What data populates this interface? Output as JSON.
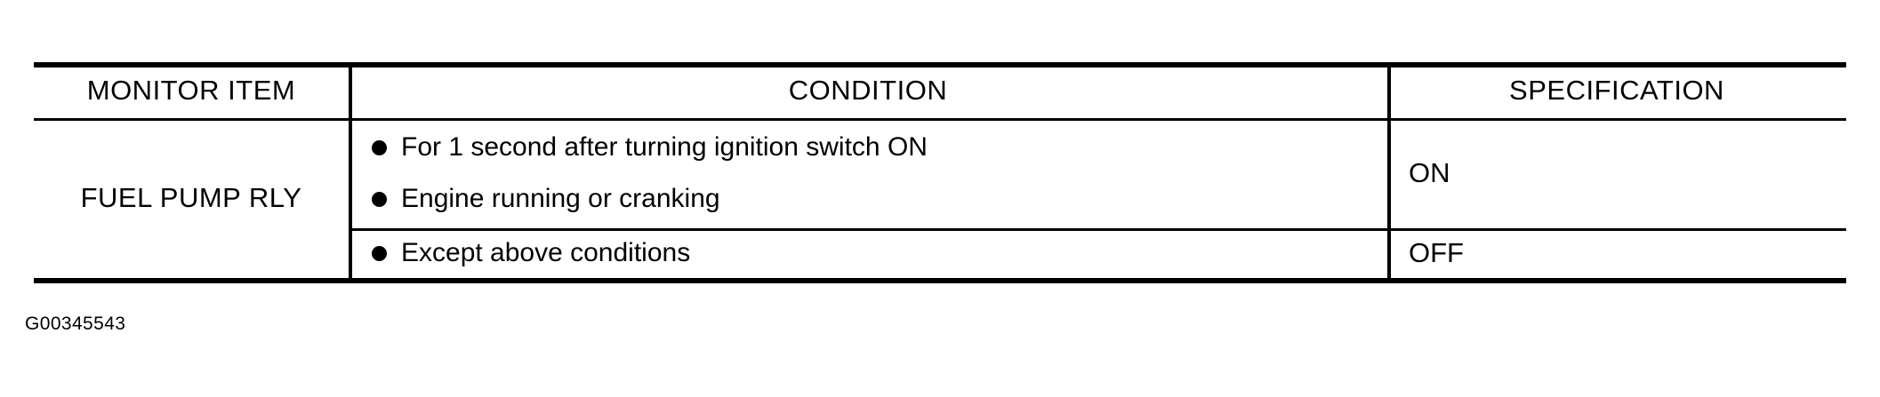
{
  "table": {
    "headers": [
      {
        "label": "MONITOR ITEM",
        "name": "monitor-item"
      },
      {
        "label": "CONDITION",
        "name": "condition"
      },
      {
        "label": "SPECIFICATION",
        "name": "specification"
      }
    ],
    "monitor_item": "FUEL PUMP RLY",
    "rows": [
      {
        "conditions": [
          "For 1 second after turning ignition switch ON",
          "Engine running or cranking"
        ],
        "specification": "ON"
      },
      {
        "conditions": [
          "Except above conditions"
        ],
        "specification": "OFF"
      }
    ]
  },
  "figure": {
    "caption": "G00345543"
  },
  "style": {
    "rule_color": "#000000",
    "text_color": "#000000",
    "background": "#ffffff"
  }
}
